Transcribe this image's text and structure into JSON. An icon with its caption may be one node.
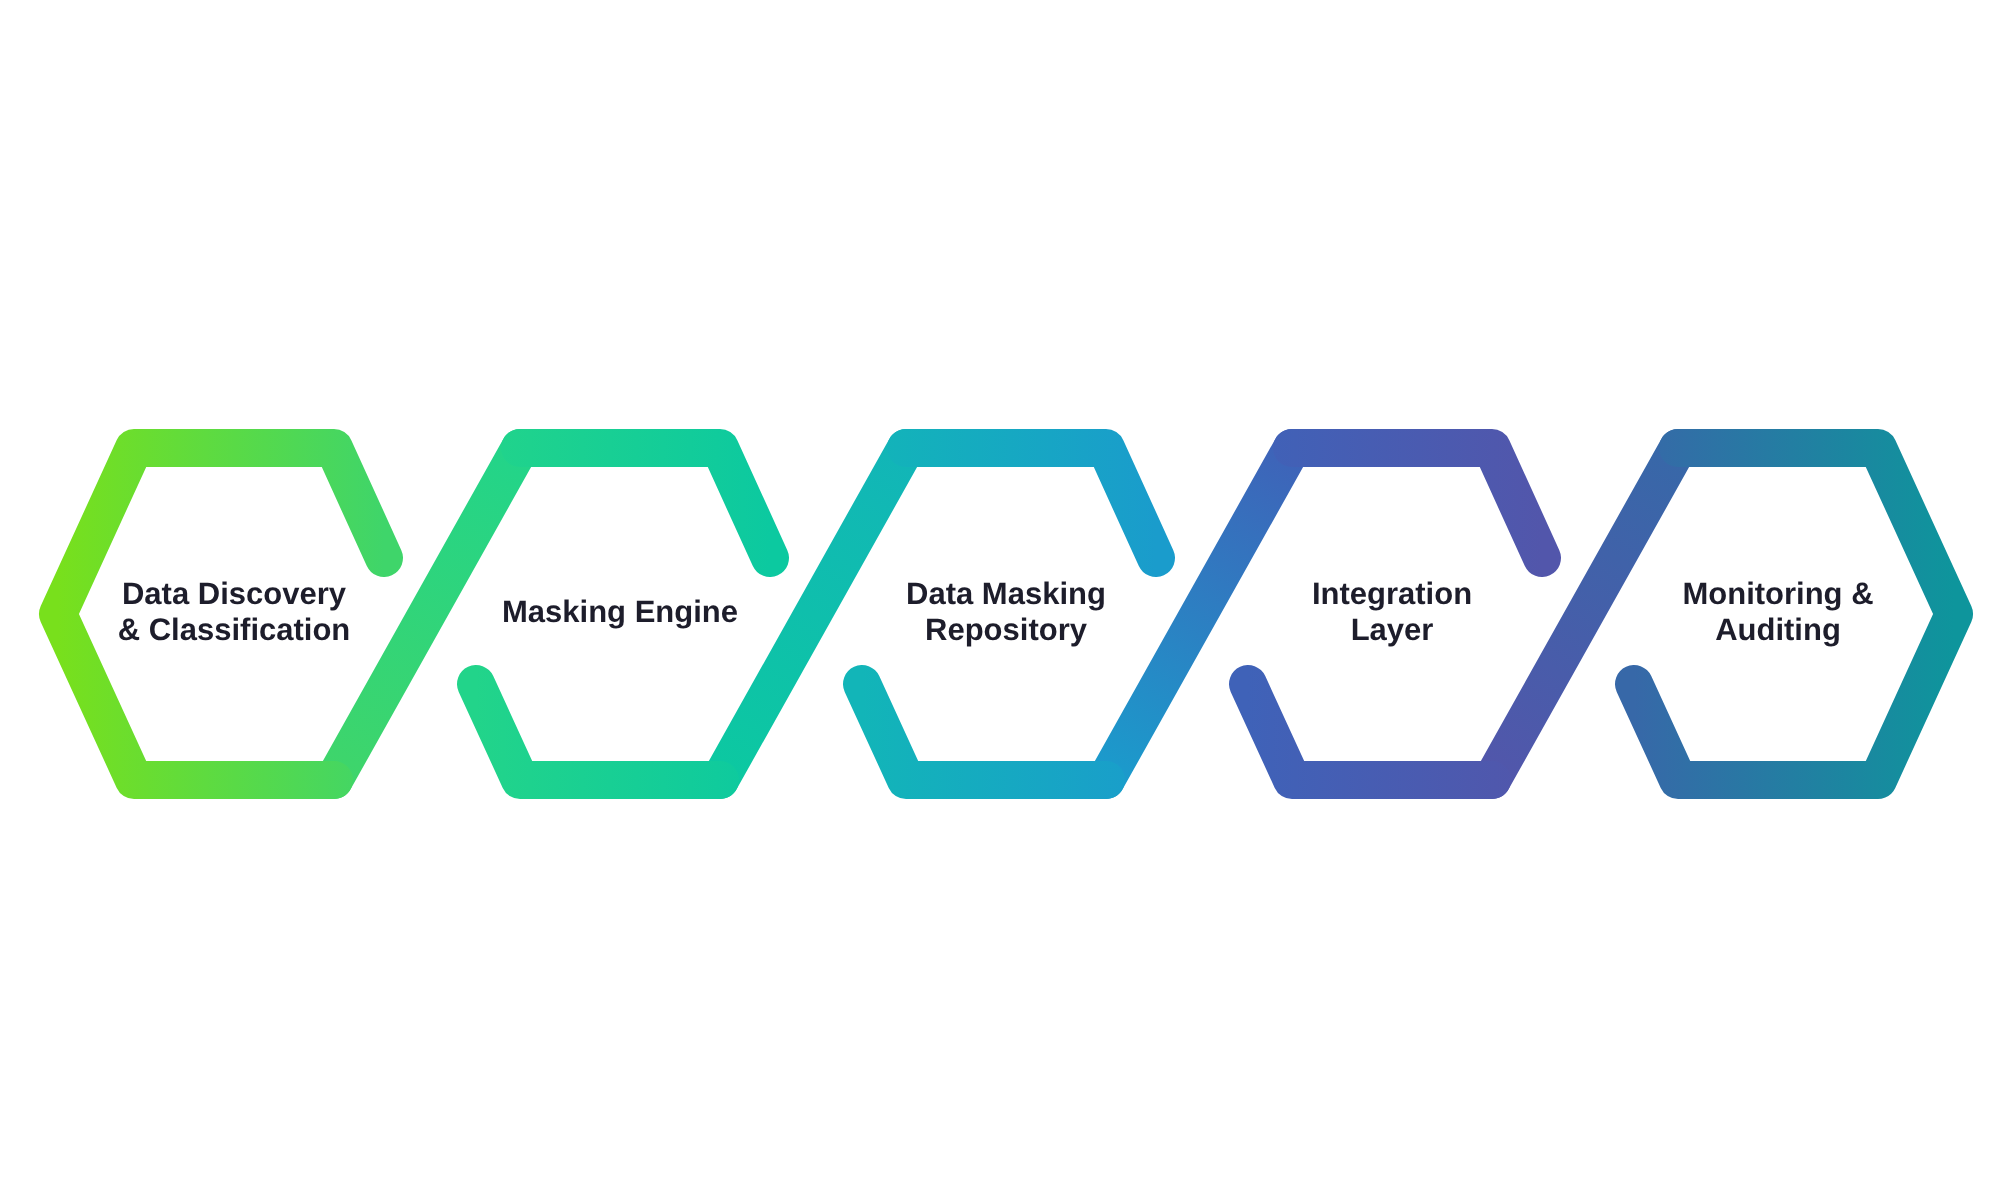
{
  "diagram": {
    "nodes": [
      {
        "text": [
          "Data Discovery & Classification"
        ]
      },
      {
        "text": [
          "Masking Engine"
        ]
      },
      {
        "text": [
          "Data Masking Repository"
        ]
      },
      {
        "text": [
          "Integration Layer"
        ]
      },
      {
        "text": [
          "Monitoring & Auditing"
        ]
      }
    ],
    "edges": [
      {
        "from": 0,
        "to": 1,
        "arrow": "none"
      },
      {
        "from": 1,
        "to": 2,
        "arrow": "none"
      },
      {
        "from": 2,
        "to": 3,
        "arrow": "none"
      },
      {
        "from": 3,
        "to": 4,
        "arrow": "none"
      }
    ]
  }
}
